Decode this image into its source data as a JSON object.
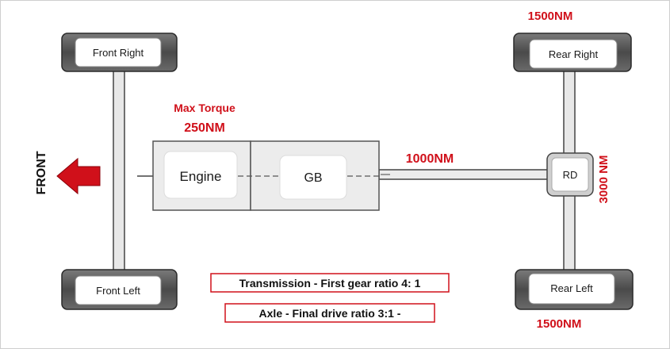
{
  "wheels": {
    "front_right": "Front Right",
    "front_left": "Front Left",
    "rear_right": "Rear Right",
    "rear_left": "Rear Left"
  },
  "components": {
    "engine": "Engine",
    "gearbox": "GB",
    "rear_diff": "RD"
  },
  "direction": {
    "label": "FRONT"
  },
  "torque": {
    "max_title": "Max Torque",
    "max_value": "250NM",
    "gearbox_output": "1000NM",
    "rear_diff_output": "3000 NM",
    "rear_right": "1500NM",
    "rear_left": "1500NM"
  },
  "notes": {
    "transmission": "Transmission - First gear ratio 4: 1",
    "axle": "Axle - Final drive ratio 3:1 -"
  },
  "colors": {
    "accent_red": "#d0101a",
    "tire": "#4a4a4a",
    "tire_light": "#6a6a6a",
    "shaft": "#e8e8e8",
    "box": "#ececec"
  }
}
